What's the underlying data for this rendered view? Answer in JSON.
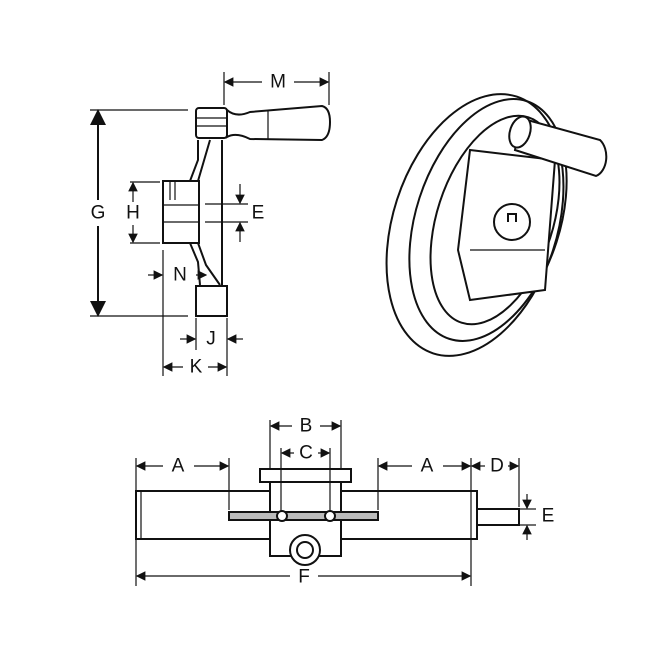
{
  "side_view": {
    "labels": {
      "M": "M",
      "G": "G",
      "H": "H",
      "E": "E",
      "N": "N",
      "J": "J",
      "K": "K"
    }
  },
  "bottom_view": {
    "labels": {
      "A_left": "A",
      "A_right": "A",
      "B": "B",
      "C": "C",
      "D": "D",
      "E": "E",
      "F": "F"
    }
  },
  "colors": {
    "line": "#111111",
    "background": "#ffffff"
  }
}
